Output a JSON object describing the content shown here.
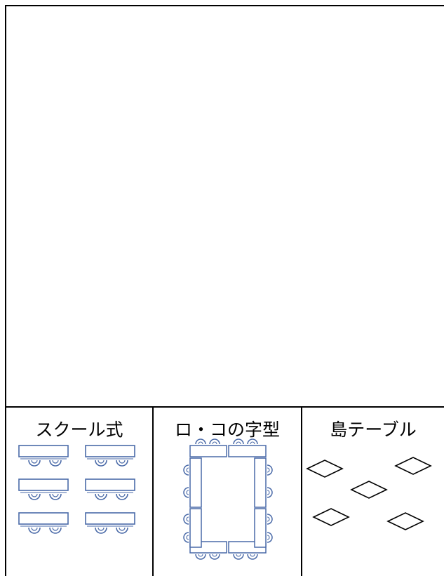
{
  "layouts": [
    {
      "label": "スクール式",
      "icon": "school-style-seating-icon"
    },
    {
      "label": "ロ・コの字型",
      "icon": "u-shape-seating-icon"
    },
    {
      "label": "島テーブル",
      "icon": "island-table-seating-icon"
    }
  ],
  "colors": {
    "table_stroke": "#4a6aa8",
    "diamond_stroke": "#000000",
    "border": "#000000"
  }
}
